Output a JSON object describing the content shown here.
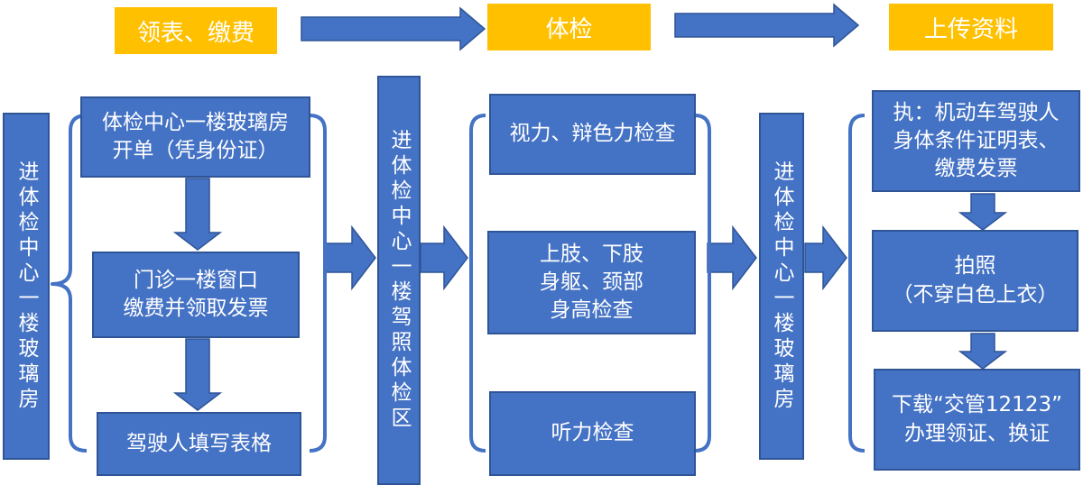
{
  "stages": [
    "领表、缴费",
    "体检",
    "上传资料"
  ],
  "entrance_left": "进体检中心一楼玻璃房",
  "col1": [
    "体检中心一楼玻璃房\n开单（凭身份证）",
    "门诊一楼窗口\n缴费并领取发票",
    "驾驶人填写表格"
  ],
  "exam_area": "进体检中心一楼驾照体检区",
  "col2": [
    "视力、辩色力检查",
    "上肢、下肢\n身躯、颈部\n身高检查",
    "听力检查"
  ],
  "entrance_right": "进体检中心一楼玻璃房",
  "col3": [
    "执：机动车驾驶人\n身体条件证明表、\n缴费发票",
    "拍照\n（不穿白色上衣）",
    "下载“交管12123”\n办理领证、换证"
  ],
  "colors": {
    "box": "#4472c4",
    "box_border": "#2f5597",
    "stage": "#ffc000",
    "text": "#ffffff"
  }
}
